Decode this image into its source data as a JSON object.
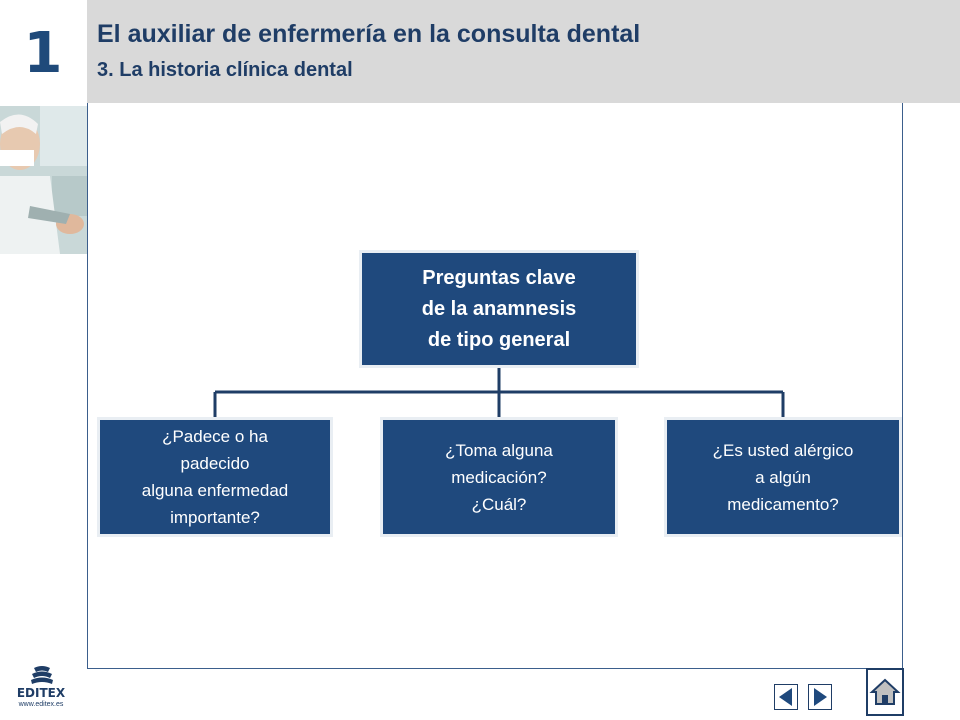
{
  "header": {
    "chapter_number": "1",
    "title": "El auxiliar de enfermería en la consulta dental",
    "subtitle": "3. La historia clínica dental"
  },
  "diagram": {
    "root": "Preguntas clave\nde la anamnesis\nde tipo general",
    "children": [
      "¿Padece o ha\npadecido\nalguna enfermedad\nimportante?",
      "¿Toma alguna\nmedicación?\n¿Cuál?",
      "¿Es usted alérgico\na algún\nmedicamento?"
    ]
  },
  "footer": {
    "logo_text": "EDITEX",
    "logo_url": "www.editex.es"
  },
  "colors": {
    "box_fill": "#1f497d",
    "title_text": "#1f3d66",
    "header_band": "#d9d9d9"
  },
  "icons": {
    "prev": "triangle-left-icon",
    "next": "triangle-right-icon",
    "home": "house-icon"
  }
}
